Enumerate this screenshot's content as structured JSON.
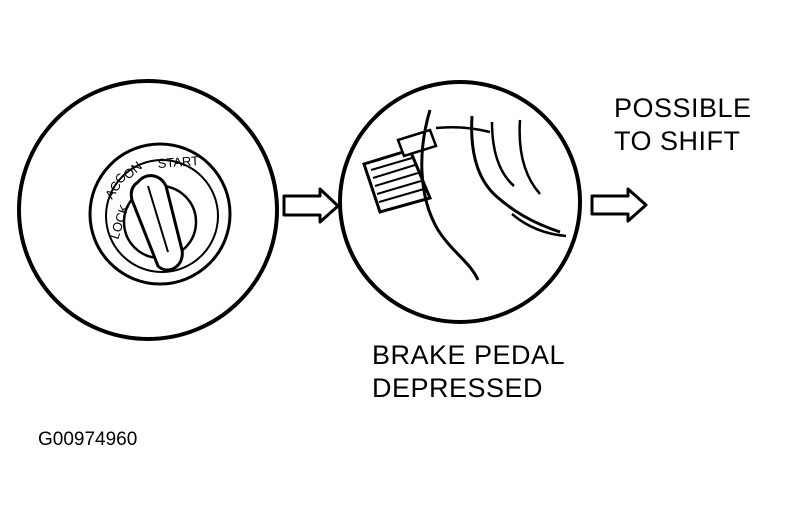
{
  "ignition": {
    "positions": [
      "LOCK",
      "ACC",
      "ON",
      "START"
    ]
  },
  "captions": {
    "shift": [
      "POSSIBLE",
      "TO SHIFT"
    ],
    "brake": [
      "BRAKE PEDAL",
      "DEPRESSED"
    ]
  },
  "figure_id": "G00974960",
  "icons": {
    "step_arrow_1": "right-arrow-icon",
    "step_arrow_2": "right-arrow-icon"
  }
}
